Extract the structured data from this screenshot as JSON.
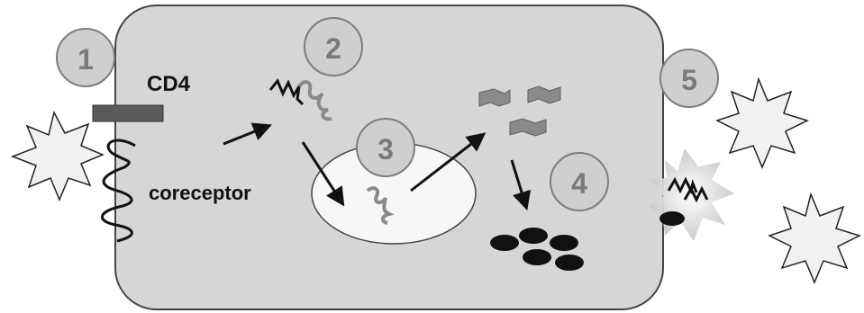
{
  "labels": {
    "receptor": "CD4",
    "coreceptor": "coreceptor"
  },
  "steps": [
    {
      "number": "1"
    },
    {
      "number": "2"
    },
    {
      "number": "3"
    },
    {
      "number": "4"
    },
    {
      "number": "5"
    }
  ],
  "colors": {
    "cell_fill": "#d6d6d6",
    "cell_stroke": "#444444",
    "nucleus_fill": "#f7f7f7",
    "badge_fill": "#cfcfcf",
    "badge_stroke": "#7d7d7d",
    "receptor_fill": "#5a5a5a",
    "rna_gray": "#8a8a8a",
    "ink": "#111111"
  },
  "icons": [
    "virus-icon",
    "rna-strand-icon",
    "protein-fragment-icon",
    "protein-particle-icon",
    "arrow-icon"
  ]
}
